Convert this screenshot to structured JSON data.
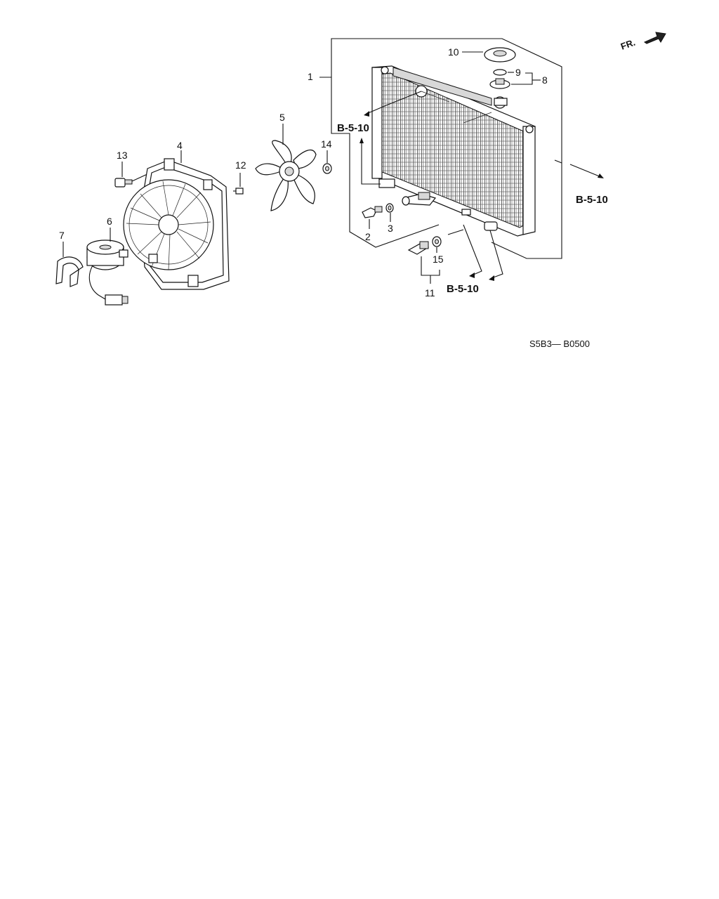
{
  "diagram": {
    "orientation_label": "FR.",
    "diagram_code": "S5B3— B0500",
    "callouts": [
      "1",
      "2",
      "3",
      "4",
      "5",
      "6",
      "7",
      "8",
      "9",
      "10",
      "11",
      "12",
      "13",
      "14",
      "15"
    ],
    "references": [
      "B-5-10",
      "B-5-10",
      "B-5-10"
    ],
    "icons": {
      "front_arrow": "arrow-icon",
      "radiator": "radiator-icon",
      "fan_shroud": "fan-shroud-icon",
      "fan": "fan-blade-icon",
      "motor": "fan-motor-icon"
    }
  }
}
